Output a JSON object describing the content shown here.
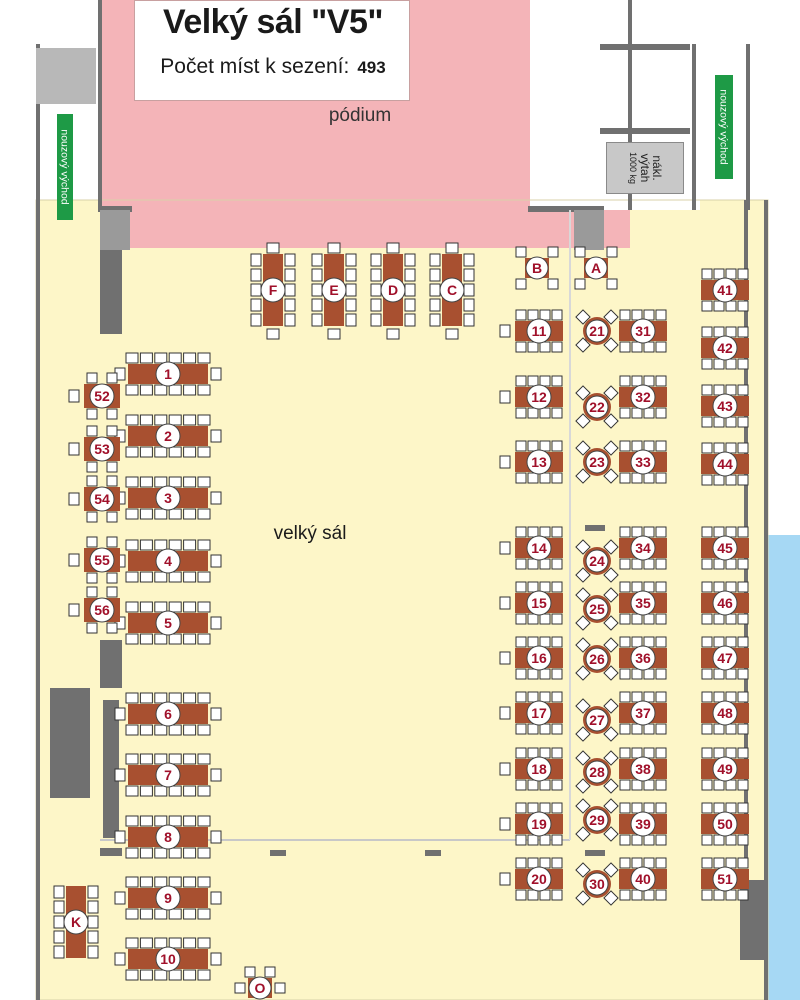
{
  "title": "Velký sál \"V5\"",
  "capacity_label": "Počet míst k sezení:",
  "capacity_value": "493",
  "stage_label": "pódium",
  "hall_label": "velký sál",
  "emergency_exit_label": "nouzový východ",
  "lift": {
    "line1": "nákl.",
    "line2": "výtah",
    "line3": "1000 kg"
  },
  "colors": {
    "floor": "#fdf6c8",
    "stage": "#f4b4b8",
    "table": "#a85030",
    "chair_fill": "#ffffff",
    "chair_stroke": "#333333",
    "label_fill": "#ffffff",
    "label_text": "#a0102a",
    "wall": "#707070",
    "exit_sign": "#1e9a46",
    "window": "#a6d8f4"
  },
  "tables": [
    "1",
    "2",
    "3",
    "4",
    "5",
    "6",
    "7",
    "8",
    "9",
    "10",
    "11",
    "12",
    "13",
    "14",
    "15",
    "16",
    "17",
    "18",
    "19",
    "20",
    "21",
    "22",
    "23",
    "24",
    "25",
    "26",
    "27",
    "28",
    "29",
    "30",
    "31",
    "32",
    "33",
    "34",
    "35",
    "36",
    "37",
    "38",
    "39",
    "40",
    "41",
    "42",
    "43",
    "44",
    "45",
    "46",
    "47",
    "48",
    "49",
    "50",
    "51",
    "52",
    "53",
    "54",
    "55",
    "56",
    "A",
    "B",
    "C",
    "D",
    "E",
    "F",
    "K",
    "O"
  ]
}
